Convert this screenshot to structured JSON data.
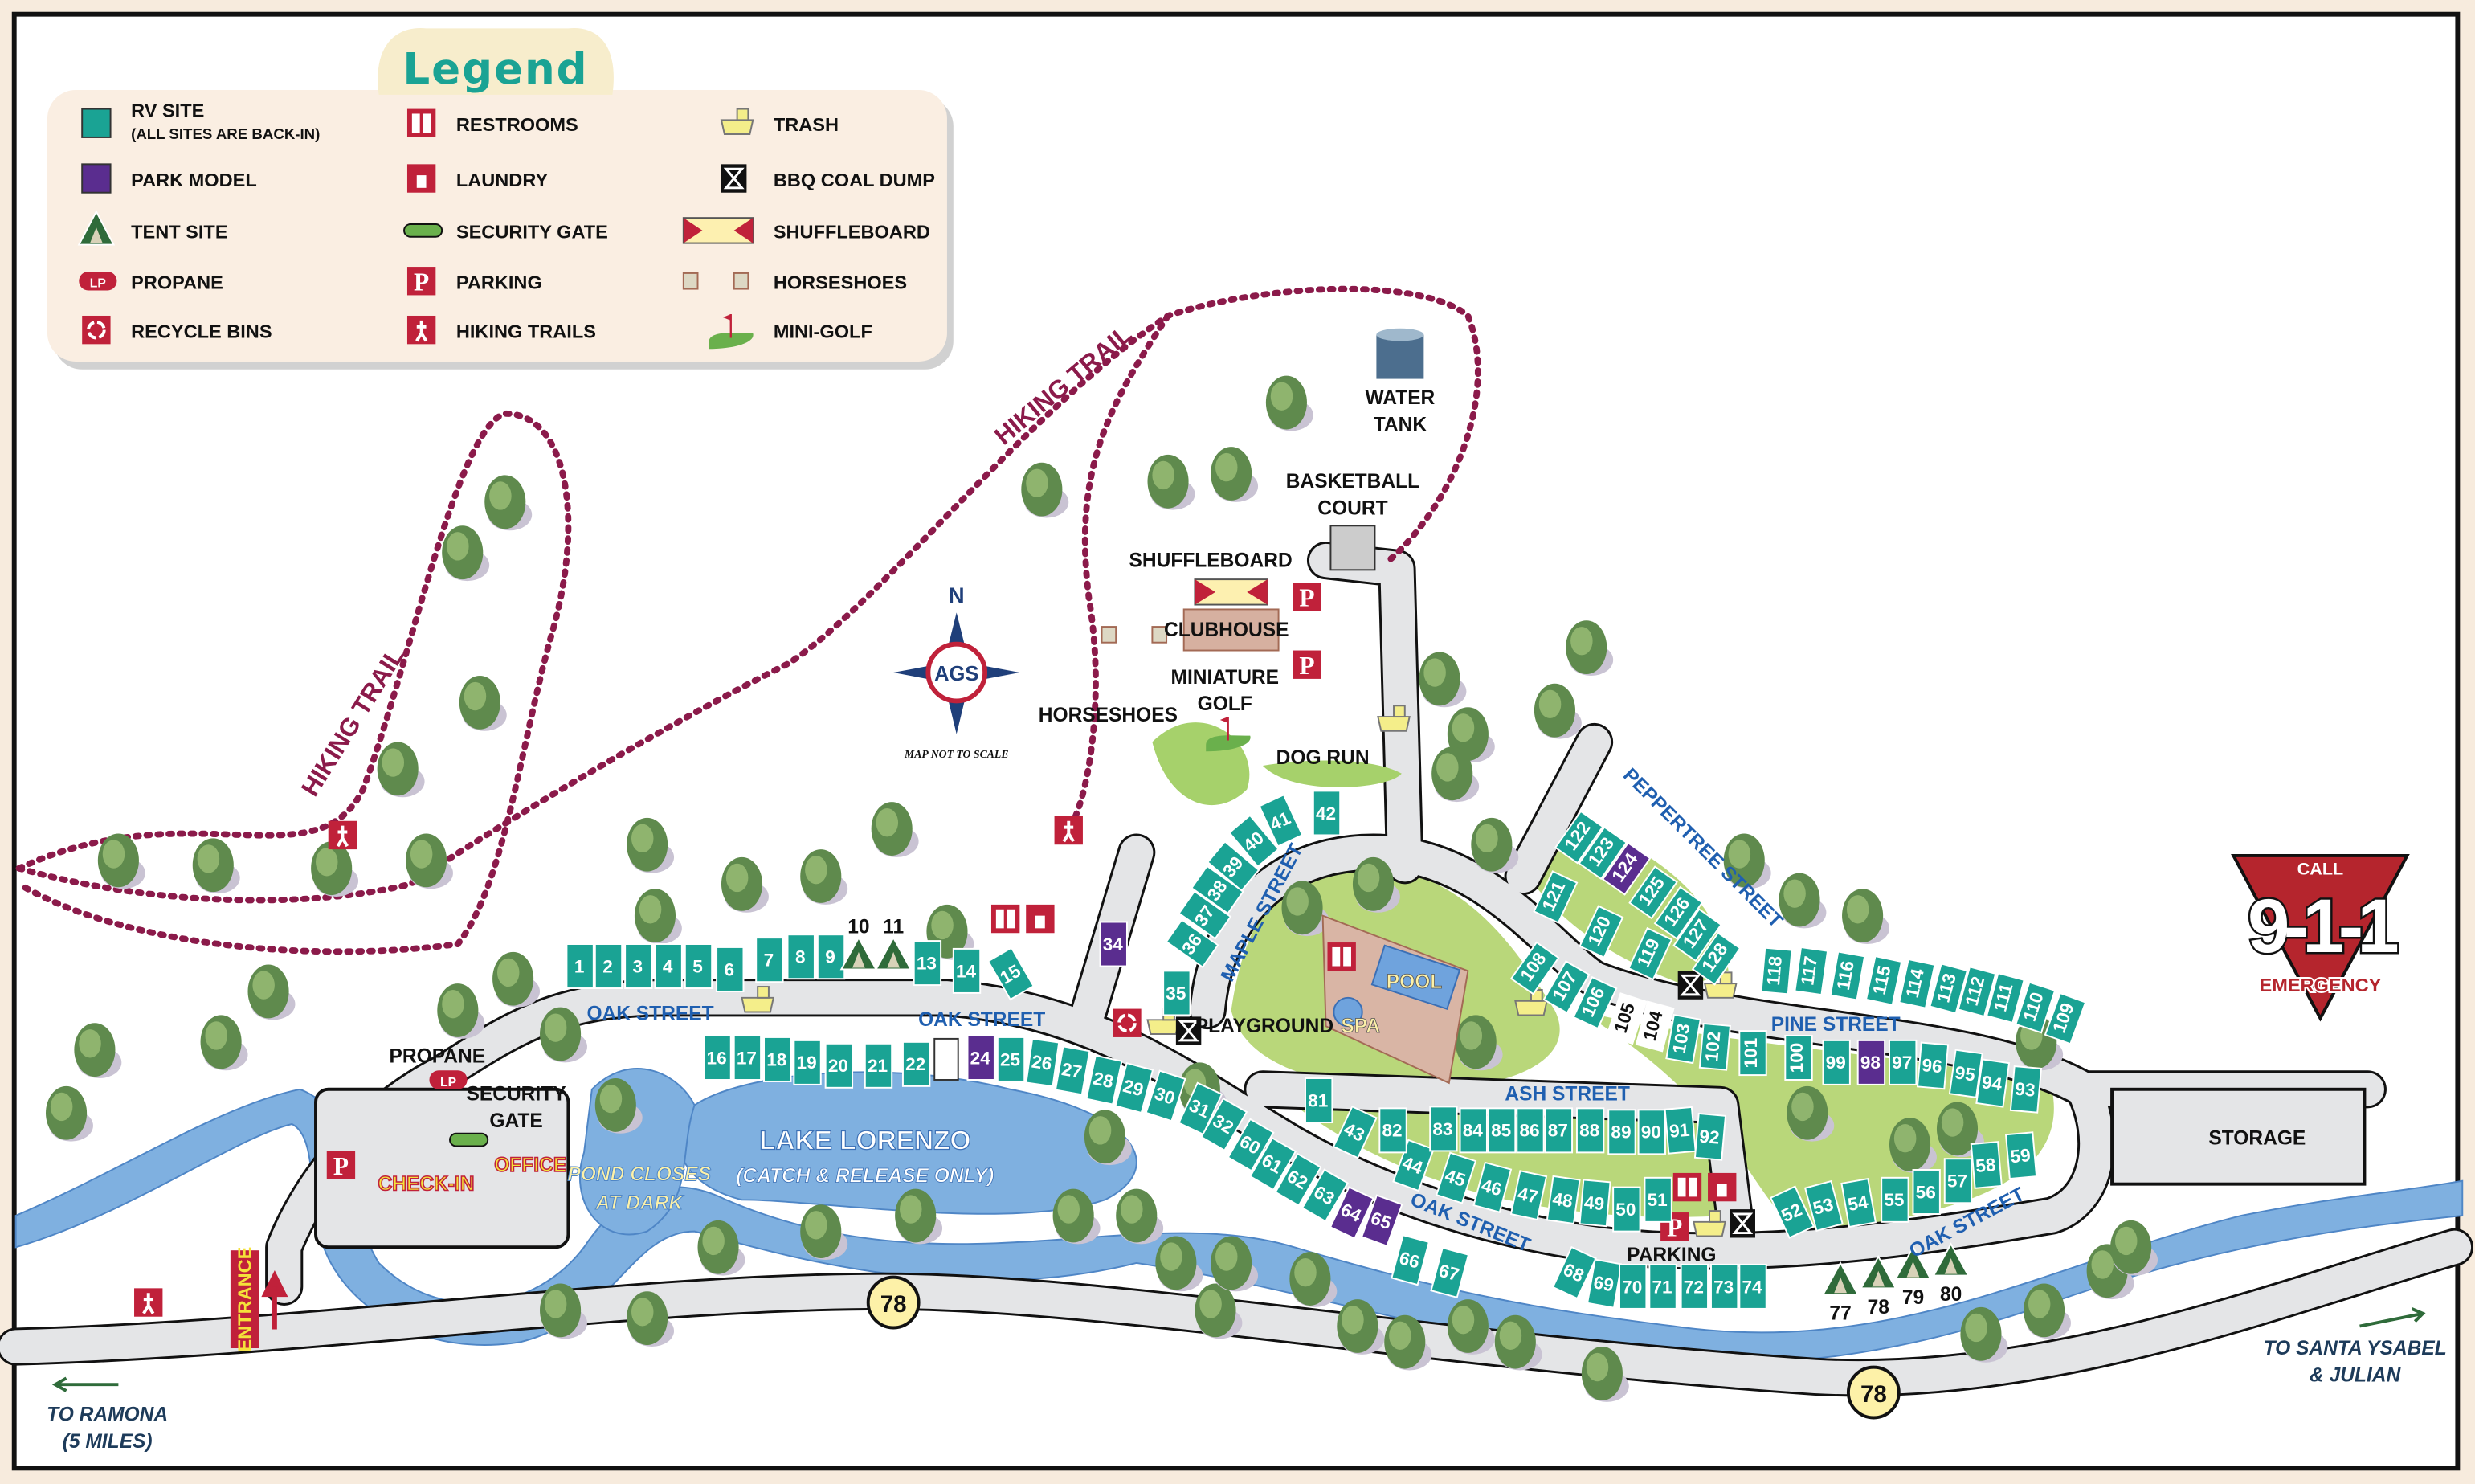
{
  "legend": {
    "title": "Legend",
    "items": [
      {
        "icon": "rv-site-icon",
        "label": "RV SITE",
        "sub": "(ALL SITES ARE BACK-IN)"
      },
      {
        "icon": "park-model-icon",
        "label": "PARK MODEL"
      },
      {
        "icon": "tent-site-icon",
        "label": "TENT SITE"
      },
      {
        "icon": "propane-icon",
        "label": "PROPANE",
        "icon_text": "LP"
      },
      {
        "icon": "recycle-icon",
        "label": "RECYCLE BINS"
      },
      {
        "icon": "restrooms-icon",
        "label": "RESTROOMS"
      },
      {
        "icon": "laundry-icon",
        "label": "LAUNDRY"
      },
      {
        "icon": "security-gate-icon",
        "label": "SECURITY GATE"
      },
      {
        "icon": "parking-icon",
        "label": "PARKING",
        "icon_text": "P"
      },
      {
        "icon": "hiking-icon",
        "label": "HIKING TRAILS"
      },
      {
        "icon": "trash-icon",
        "label": "TRASH"
      },
      {
        "icon": "bbq-coal-dump-icon",
        "label": "BBQ COAL DUMP"
      },
      {
        "icon": "shuffleboard-icon",
        "label": "SHUFFLEBOARD"
      },
      {
        "icon": "horseshoes-icon",
        "label": "HORSESHOES"
      },
      {
        "icon": "mini-golf-icon",
        "label": "MINI-GOLF"
      }
    ]
  },
  "colors": {
    "rv": "#1aa394",
    "park_model": "#5a2d8f",
    "tent": "#2f6b3a",
    "road": "#e4e5e7",
    "water": "#7fb0e0",
    "grass": "#b9d77a",
    "trail": "#8b1a4a",
    "accent_red": "#c0213a",
    "street_text": "#1f5fb0"
  },
  "labels": {
    "hiking_trail_1": "HIKING TRAIL",
    "hiking_trail_2": "HIKING TRAIL",
    "north": "N",
    "compass_logo": "AGS",
    "map_not_to_scale": "MAP NOT TO SCALE",
    "horseshoes": "HORSESHOES",
    "water_tank_1": "WATER",
    "water_tank_2": "TANK",
    "basketball_1": "BASKETBALL",
    "basketball_2": "COURT",
    "shuffleboard": "SHUFFLEBOARD",
    "clubhouse": "CLUBHOUSE",
    "mini_golf_1": "MINIATURE",
    "mini_golf_2": "GOLF",
    "dog_run": "DOG RUN",
    "pool": "POOL",
    "spa": "SPA",
    "playground": "PLAYGROUND",
    "parking": "PARKING",
    "storage": "STORAGE",
    "propane": "PROPANE",
    "propane_icon": "LP",
    "security_gate_1": "SECURITY",
    "security_gate_2": "GATE",
    "check_in": "CHECK-IN",
    "office": "OFFICE",
    "pond_1": "POND CLOSES",
    "pond_2": "AT DARK",
    "lake": "LAKE LORENZO",
    "lake_sub": "(CATCH & RELEASE ONLY)",
    "entrance": "ENTRANCE",
    "highway_1": "78",
    "highway_2": "78",
    "to_ramona_1": "TO RAMONA",
    "to_ramona_2": "(5 MILES)",
    "to_julian_1": "TO SANTA YSABEL",
    "to_julian_2": "& JULIAN",
    "parking_p": "P"
  },
  "streets": {
    "oak_1": "OAK STREET",
    "oak_2": "OAK STREET",
    "oak_3": "OAK STREET",
    "oak_4": "OAK STREET",
    "maple": "MAPLE STREET",
    "peppertree": "PEPPERTREE STREET",
    "pine": "PINE STREET",
    "ash": "ASH STREET"
  },
  "emergency": {
    "top": "CALL",
    "number": "9-1-1",
    "bottom": "EMERGENCY"
  },
  "sites": {
    "rv": [
      "1",
      "2",
      "3",
      "4",
      "5",
      "6",
      "7",
      "8",
      "9",
      "13",
      "14",
      "15",
      "16",
      "17",
      "18",
      "19",
      "20",
      "21",
      "22",
      "25",
      "26",
      "27",
      "28",
      "29",
      "30",
      "31",
      "32",
      "35",
      "36",
      "37",
      "38",
      "39",
      "40",
      "41",
      "42",
      "43",
      "44",
      "45",
      "46",
      "47",
      "48",
      "49",
      "50",
      "51",
      "52",
      "53",
      "54",
      "55",
      "56",
      "57",
      "58",
      "59",
      "60",
      "61",
      "62",
      "63",
      "66",
      "67",
      "68",
      "69",
      "70",
      "71",
      "72",
      "73",
      "74",
      "81",
      "82",
      "83",
      "84",
      "85",
      "86",
      "87",
      "88",
      "89",
      "90",
      "91",
      "92",
      "93",
      "94",
      "95",
      "96",
      "97",
      "99",
      "100",
      "101",
      "102",
      "103",
      "106",
      "107",
      "108",
      "109",
      "110",
      "111",
      "112",
      "113",
      "114",
      "115",
      "116",
      "117",
      "118",
      "119",
      "120",
      "121",
      "122",
      "123",
      "125",
      "126",
      "127",
      "128"
    ],
    "park_model": [
      "24",
      "34",
      "64",
      "65",
      "98",
      "124"
    ],
    "other": [
      "104",
      "105"
    ],
    "tent": [
      "10",
      "11",
      "77",
      "78",
      "79",
      "80"
    ]
  }
}
